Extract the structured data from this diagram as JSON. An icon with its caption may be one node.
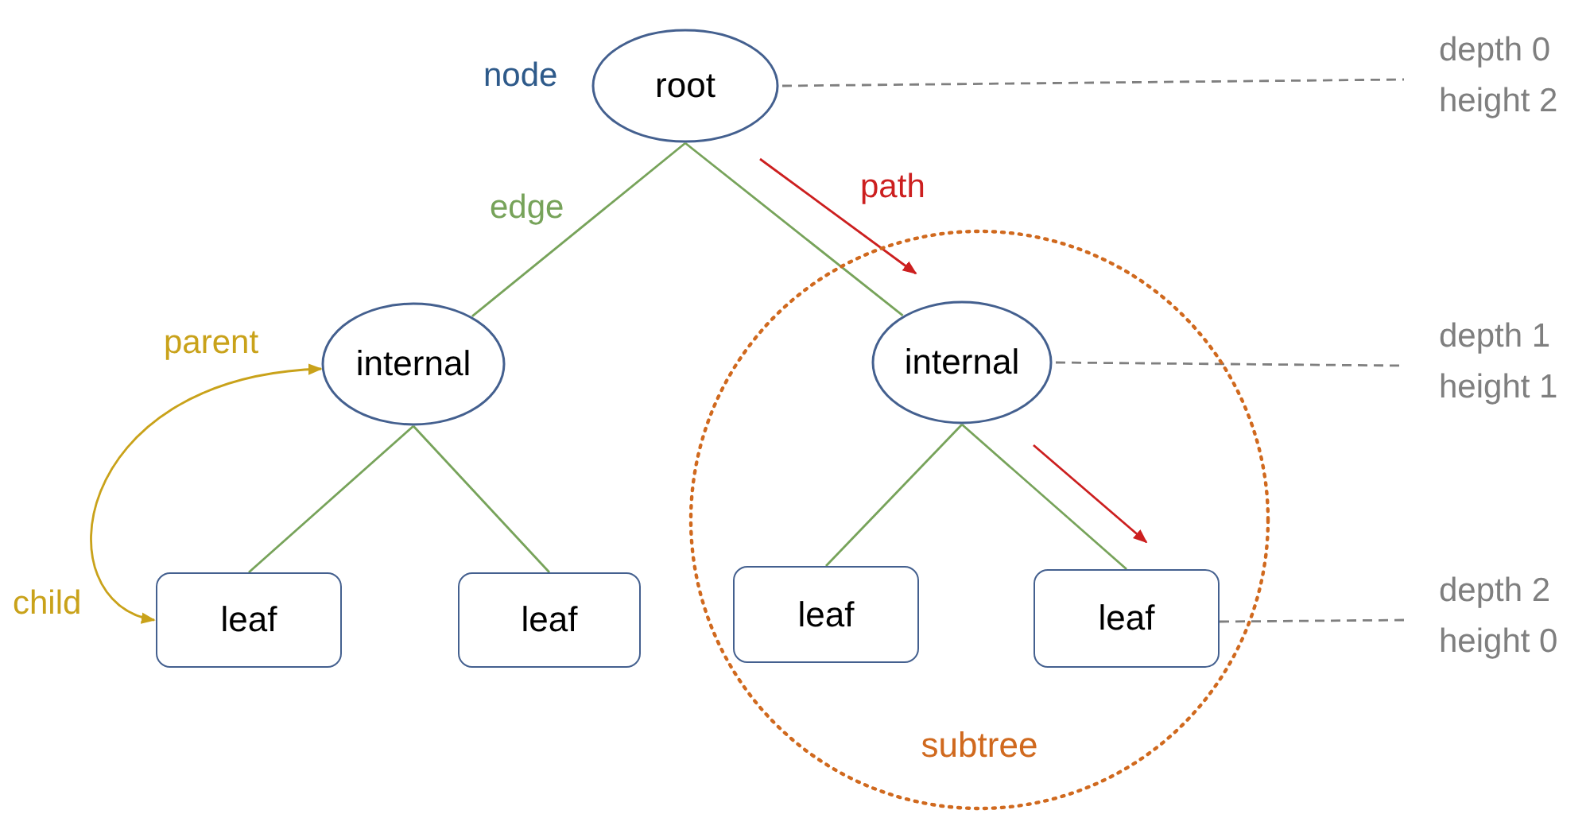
{
  "diagram": {
    "nodes": [
      {
        "text": [
          "root"
        ],
        "beside": [
          "node"
        ]
      },
      {
        "text": [
          "depth 0",
          "height 2"
        ]
      },
      {
        "text": [
          "internal"
        ]
      },
      {
        "text": [
          "subtree"
        ]
      },
      {
        "text": [
          "internal"
        ],
        "in": 3
      },
      {
        "text": [
          "depth 1",
          "height 1"
        ]
      },
      {
        "text": [
          "leaf"
        ]
      },
      {
        "text": [
          "leaf"
        ]
      },
      {
        "text": [
          "leaf"
        ],
        "in": 3
      },
      {
        "text": [
          "leaf"
        ],
        "in": 3
      },
      {
        "text": [
          "depth 2",
          "height 0"
        ]
      }
    ],
    "edges": [
      {
        "from": 0,
        "to": 2,
        "arrow": "none",
        "label": "edge"
      },
      {
        "from": 0,
        "to": 4,
        "arrow": "none"
      },
      {
        "from": 2,
        "to": 6,
        "arrow": "none"
      },
      {
        "from": 2,
        "to": 7,
        "arrow": "none"
      },
      {
        "from": 4,
        "to": 8,
        "arrow": "none"
      },
      {
        "from": 4,
        "to": 9,
        "arrow": "none"
      },
      {
        "from": 6,
        "to": 2,
        "arrow": "both",
        "color": "#c9a21a"
      },
      {
        "from": 0,
        "to": 1,
        "arrow": "none",
        "style": "dashed",
        "color": "#7f7f7f"
      },
      {
        "from": 4,
        "to": 5,
        "arrow": "none",
        "style": "dashed",
        "color": "#7f7f7f"
      },
      {
        "from": 9,
        "to": 10,
        "arrow": "none",
        "style": "dashed",
        "color": "#7f7f7f"
      }
    ],
    "labels": [
      "path",
      "parent",
      "child"
    ]
  }
}
